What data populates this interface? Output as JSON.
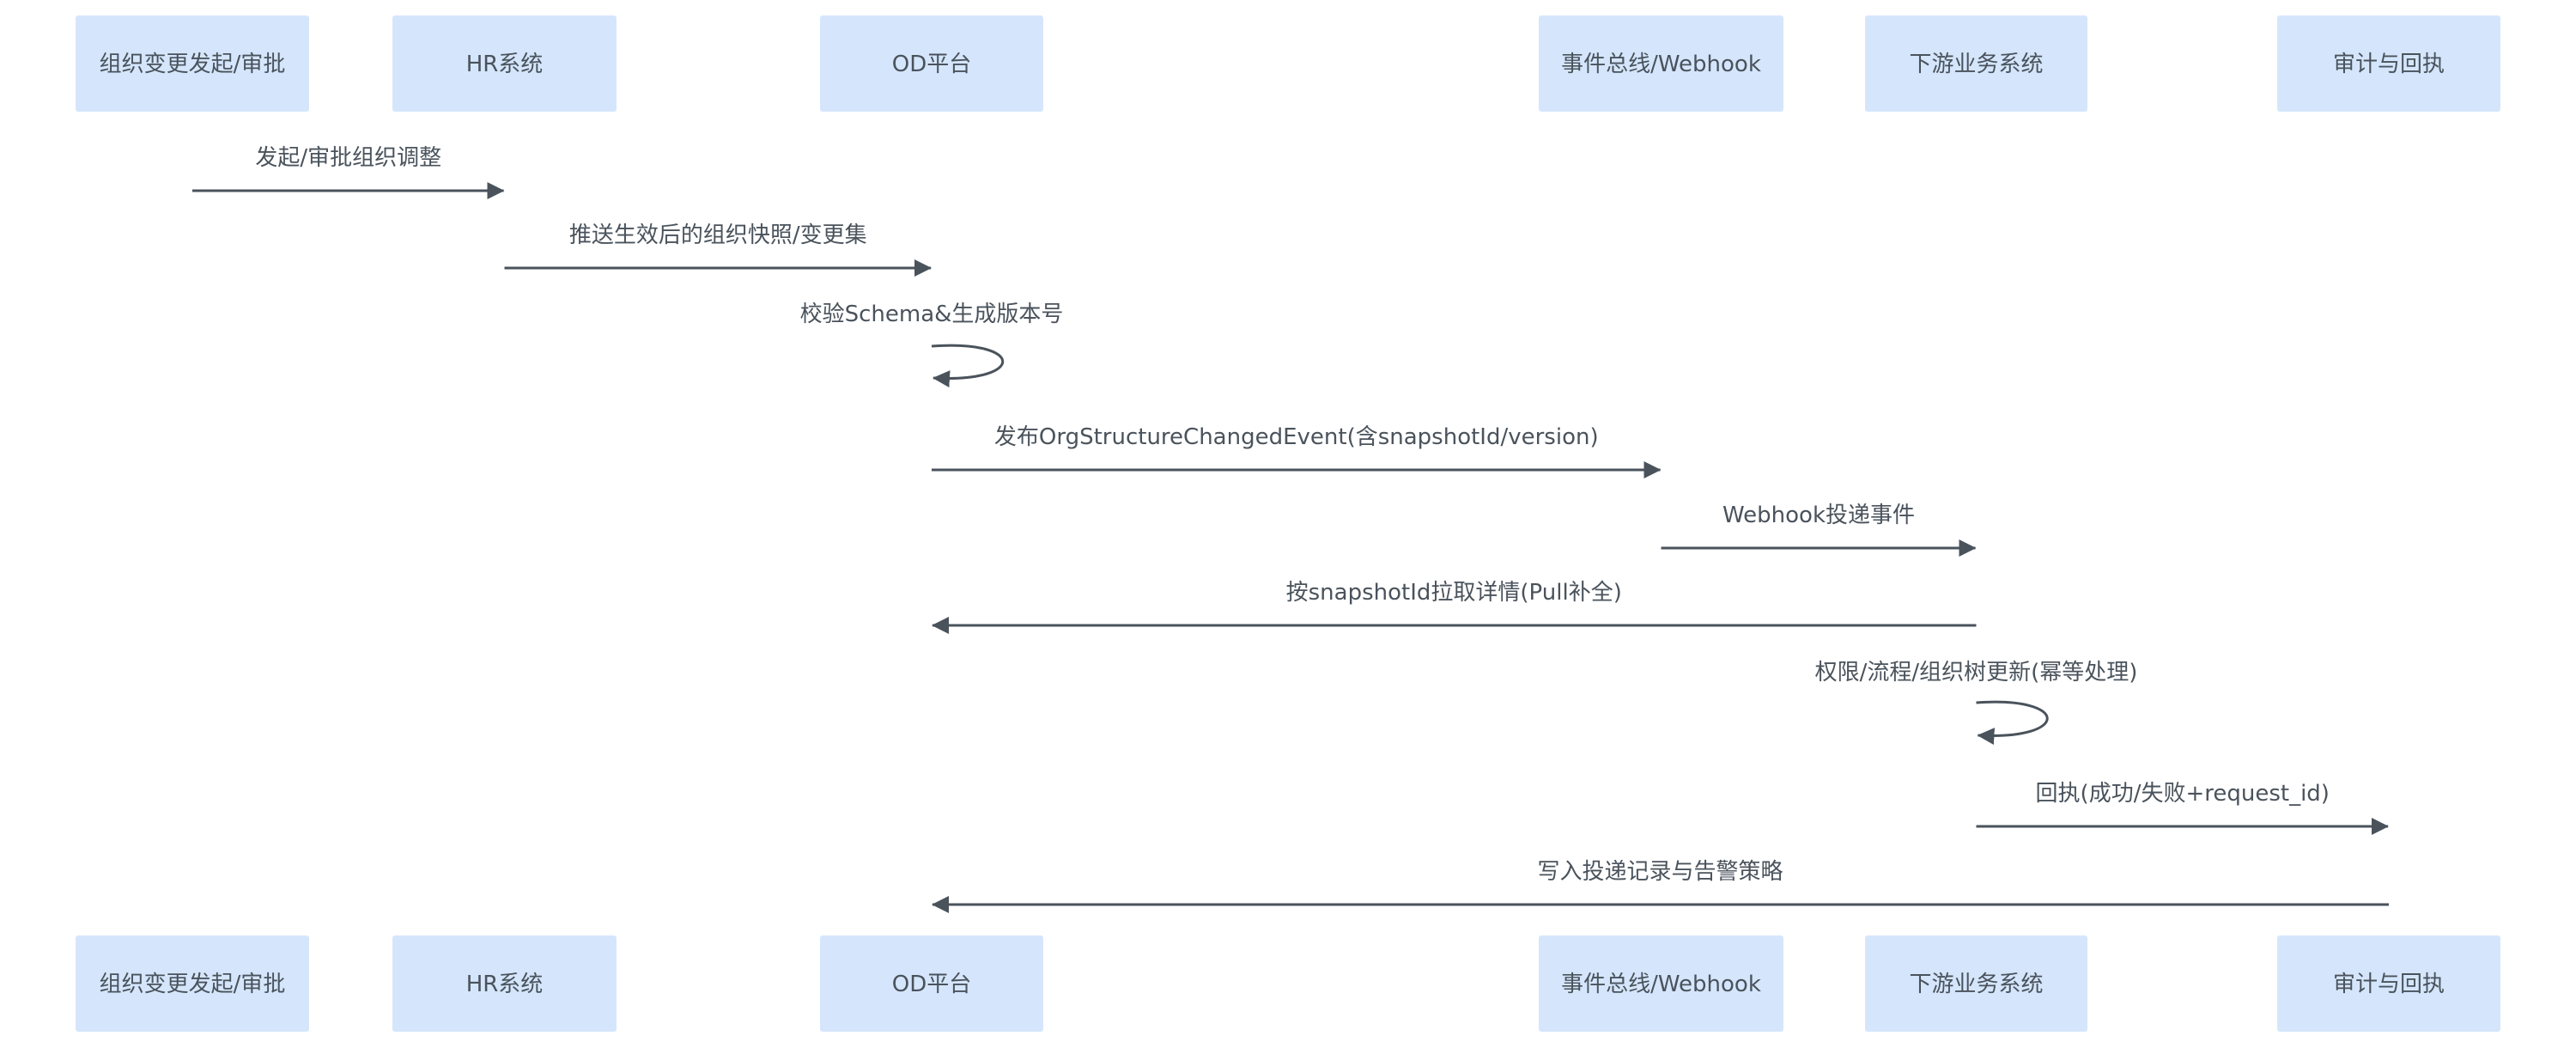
{
  "diagram": {
    "type": "sequence",
    "colors": {
      "actor_fill": "#d5e6fc",
      "line": "#4a535c",
      "text": "#4a535c",
      "background": "#ffffff"
    },
    "actors": [
      {
        "id": "initiator",
        "label": "组织变更发起/审批"
      },
      {
        "id": "hr",
        "label": "HR系统"
      },
      {
        "id": "od",
        "label": "OD平台"
      },
      {
        "id": "bus",
        "label": "事件总线/Webhook"
      },
      {
        "id": "downstream",
        "label": "下游业务系统"
      },
      {
        "id": "audit",
        "label": "审计与回执"
      }
    ],
    "messages": [
      {
        "from": "initiator",
        "to": "hr",
        "label": "发起/审批组织调整"
      },
      {
        "from": "hr",
        "to": "od",
        "label": "推送生效后的组织快照/变更集"
      },
      {
        "from": "od",
        "to": "od",
        "label": "校验Schema&生成版本号"
      },
      {
        "from": "od",
        "to": "bus",
        "label": "发布OrgStructureChangedEvent(含snapshotId/version)"
      },
      {
        "from": "bus",
        "to": "downstream",
        "label": "Webhook投递事件"
      },
      {
        "from": "downstream",
        "to": "od",
        "label": "按snapshotId拉取详情(Pull补全)"
      },
      {
        "from": "downstream",
        "to": "downstream",
        "label": "权限/流程/组织树更新(幂等处理)"
      },
      {
        "from": "downstream",
        "to": "audit",
        "label": "回执(成功/失败+request_id)"
      },
      {
        "from": "audit",
        "to": "od",
        "label": "写入投递记录与告警策略"
      }
    ]
  }
}
